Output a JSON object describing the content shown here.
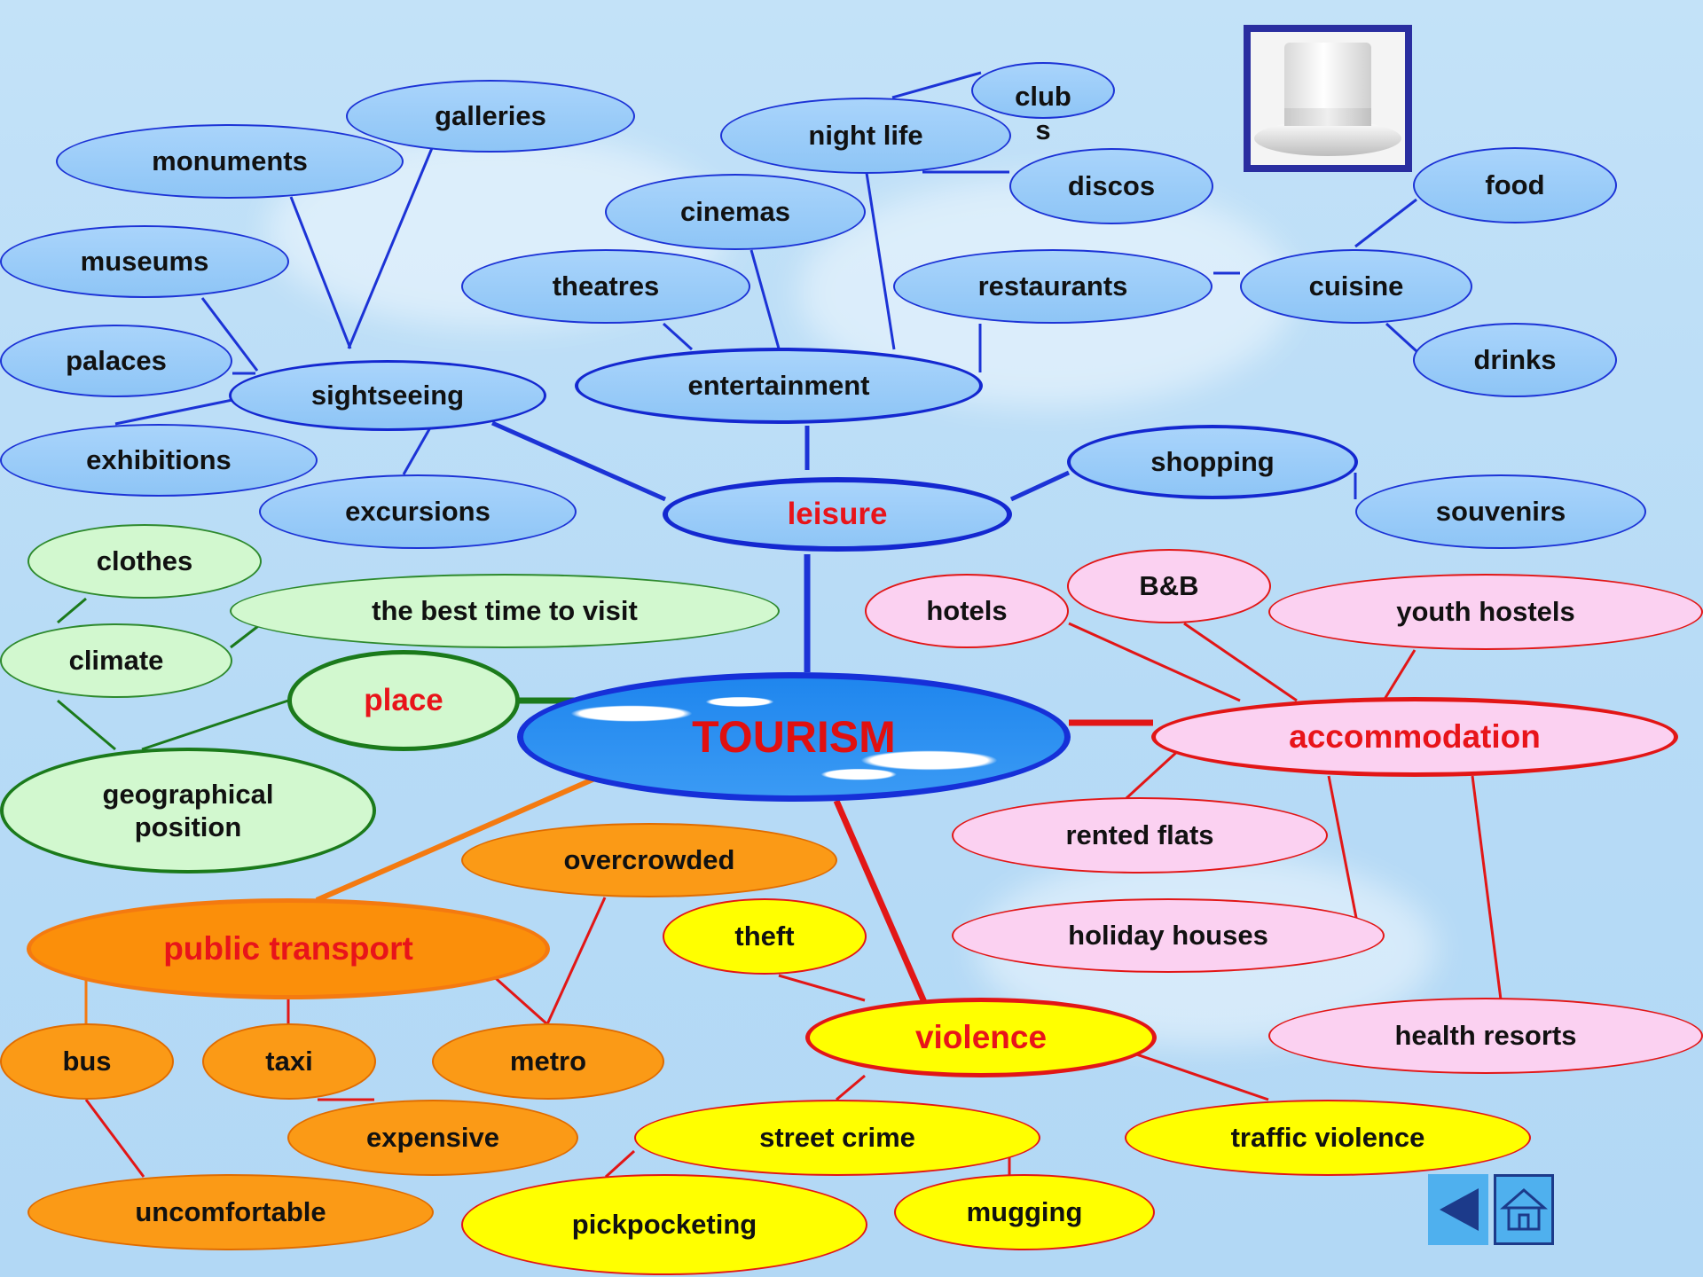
{
  "center": {
    "label": "TOURISM"
  },
  "leisure": {
    "label": "leisure",
    "sightseeing": {
      "label": "sightseeing",
      "items": [
        "galleries",
        "monuments",
        "museums",
        "palaces",
        "exhibitions",
        "excursions"
      ]
    },
    "entertainment": {
      "label": "entertainment",
      "items": [
        "cinemas",
        "theatres",
        "night life",
        "restaurants"
      ],
      "night_life": {
        "clubs_line1": "club",
        "clubs_line2": "s",
        "discos": "discos"
      },
      "cuisine": {
        "label": "cuisine",
        "food": "food",
        "drinks": "drinks"
      }
    },
    "shopping": {
      "label": "shopping",
      "souvenirs": "souvenirs"
    }
  },
  "place": {
    "label": "place",
    "climate": {
      "label": "climate",
      "clothes": "clothes",
      "best_time": "the best time to visit"
    },
    "geo_line1": "geographical",
    "geo_line2": "position"
  },
  "accommodation": {
    "label": "accommodation",
    "items": [
      "hotels",
      "B&B",
      "youth hostels",
      "rented flats",
      "holiday houses",
      "health resorts"
    ]
  },
  "public_transport": {
    "label": "public transport",
    "overcrowded": "overcrowded",
    "bus": "bus",
    "taxi": "taxi",
    "metro": "metro",
    "expensive": "expensive",
    "uncomfortable": "uncomfortable"
  },
  "violence": {
    "label": "violence",
    "theft": "theft",
    "street_crime": "street crime",
    "traffic_violence": "traffic violence",
    "pickpocketing": "pickpocketing",
    "mugging": "mugging"
  },
  "nav": {
    "back_icon": "back-arrow-icon",
    "home_icon": "home-icon"
  },
  "colors": {
    "leisure": "#1c33d6",
    "place": "#1b7a1b",
    "accommodation": "#e21616",
    "transport": "#f47a10",
    "violence": "#e21616"
  }
}
